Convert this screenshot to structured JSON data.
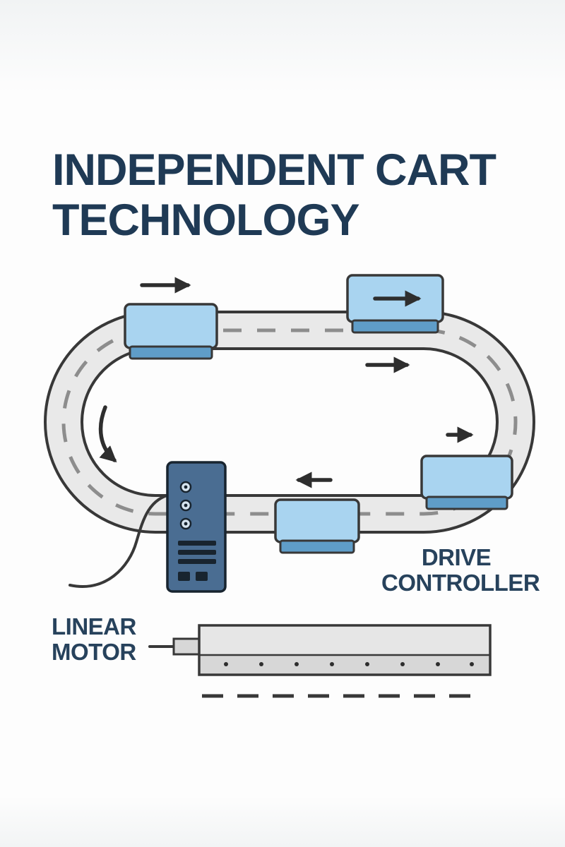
{
  "title": "INDEPENDENT CART TECHNOLOGY",
  "labels": {
    "drive_controller": "DRIVE CONTROLLER",
    "linear_motor": "LINEAR MOTOR"
  },
  "diagram": {
    "cart_count": 4,
    "arrow_count": 6,
    "track_shape": "oval-loop"
  },
  "colors": {
    "title_color": "#1f3a55",
    "label_color": "#27425c",
    "outline": "#383838",
    "track_fill": "#e9e9e9",
    "track_dash": "#8d8d8d",
    "cart_fill": "#a9d4f0",
    "cart_base": "#5f9dc8",
    "arrow": "#2e2e2e",
    "controller_fill": "#4a6d92",
    "controller_dark": "#18242f",
    "controller_light": "#d6e4ef",
    "motor_fill": "#e6e6e6",
    "motor_strip": "#d7d7d7"
  }
}
